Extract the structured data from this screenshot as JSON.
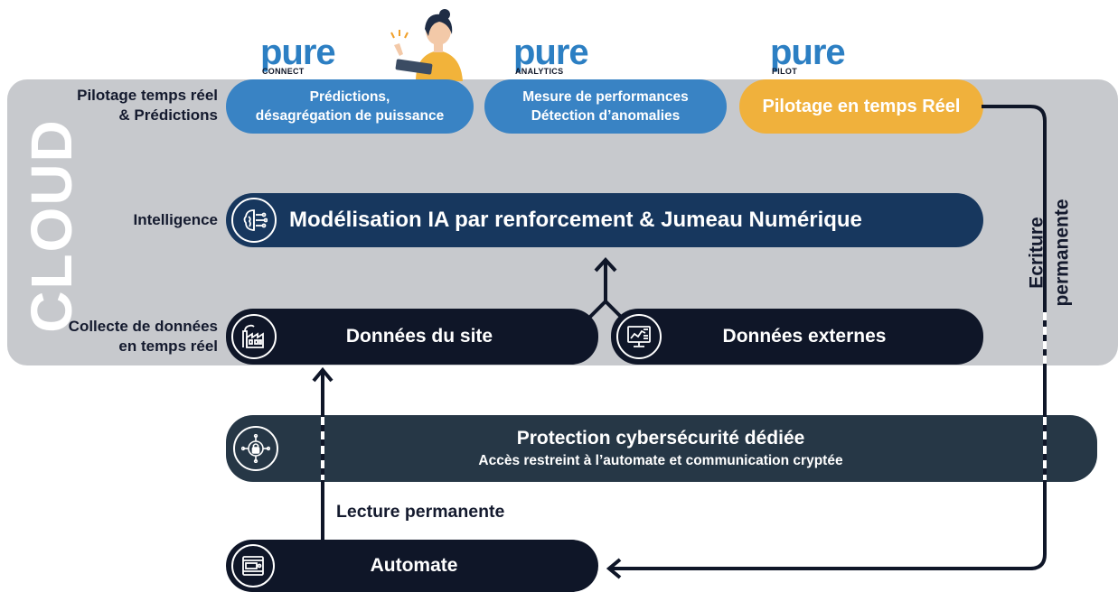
{
  "brands": [
    {
      "name": "pure",
      "sub": "CONNECT"
    },
    {
      "name": "pure",
      "sub": "ANALYTICS"
    },
    {
      "name": "pure",
      "sub": "PILOT"
    }
  ],
  "cloud_label": "CLOUD",
  "row_labels": {
    "pilotage": [
      "Pilotage temps réel",
      "& Prédictions"
    ],
    "intelligence": "Intelligence",
    "collecte": [
      "Collecte de données",
      "en temps réel"
    ]
  },
  "top_pills": [
    {
      "lines": [
        "Prédictions,",
        "désagrégation de puissance"
      ]
    },
    {
      "lines": [
        "Mesure de performances",
        "Détection d’anomalies"
      ]
    },
    {
      "lines": [
        "Pilotage en temps Réel"
      ]
    }
  ],
  "intelligence_bar": {
    "label": "Modélisation  IA par renforcement & Jumeau Numérique",
    "icon": "ai-brain-icon"
  },
  "data_site": {
    "label": "Données du site",
    "icon": "factory-icon"
  },
  "data_external": {
    "label": "Données externes",
    "icon": "monitor-chart-icon"
  },
  "security": {
    "title": "Protection cybersécurité dédiée",
    "subtitle": "Accès restreint à l’automate et communication cryptée",
    "icon": "lock-circuit-icon"
  },
  "automate": {
    "label": "Automate",
    "icon": "plc-icon"
  },
  "read_label": "Lecture permanente",
  "write_label": [
    "Ecriture",
    "permanente"
  ],
  "colors": {
    "panel": "#c7c9cd",
    "blue": "#3983c4",
    "orange": "#f0b13c",
    "navy": "#17375e",
    "dark": "#0f1628",
    "slate": "#263746"
  }
}
